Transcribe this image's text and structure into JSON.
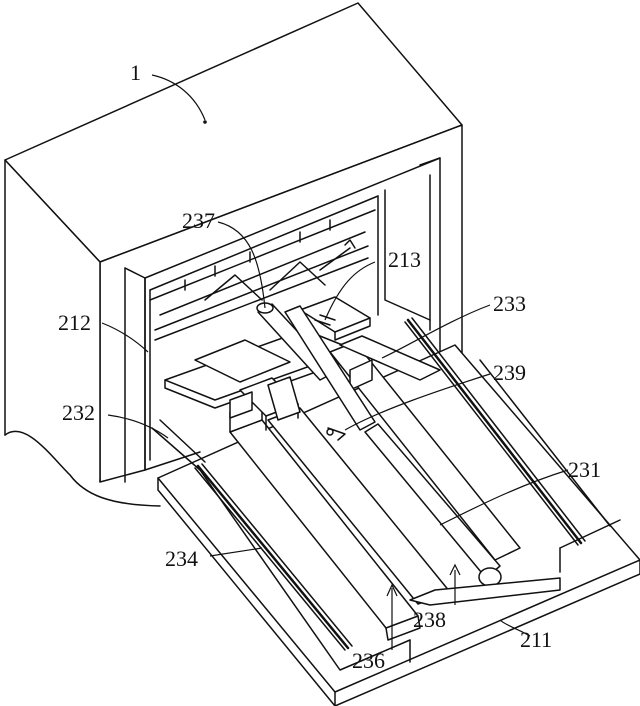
{
  "labels": {
    "l1": "1",
    "l237": "237",
    "l213": "213",
    "l212": "212",
    "l233": "233",
    "l239": "239",
    "l232": "232",
    "l231": "231",
    "l234": "234",
    "l238": "238",
    "l236": "236",
    "l211": "211"
  }
}
